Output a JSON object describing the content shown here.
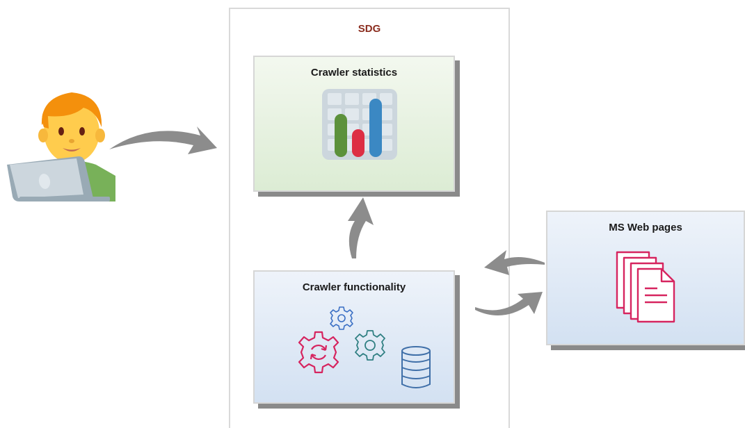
{
  "diagram": {
    "container": {
      "title": "SDG"
    },
    "nodes": {
      "stats": {
        "title": "Crawler statistics"
      },
      "functionality": {
        "title": "Crawler functionality"
      },
      "web": {
        "title": "MS Web pages"
      }
    },
    "icons": {
      "user": "person-with-laptop-icon",
      "stats": "bar-chart-icon",
      "functionality": "gears-and-database-icon",
      "web": "documents-icon"
    },
    "edges": [
      {
        "from": "user",
        "to": "stats"
      },
      {
        "from": "functionality",
        "to": "stats"
      },
      {
        "from": "web",
        "to": "functionality"
      },
      {
        "from": "functionality",
        "to": "web"
      }
    ],
    "colors": {
      "container_title": "#8b2d1f",
      "stats_fill": "#dcecd4",
      "blue_fill": "#d3e1f2",
      "arrow": "#8c8c8c",
      "docs": "#d6245f",
      "gear_pink": "#d6245f",
      "gear_blue": "#3a6fc4",
      "gear_teal": "#2f7f82",
      "database": "#3f6fa8"
    }
  }
}
